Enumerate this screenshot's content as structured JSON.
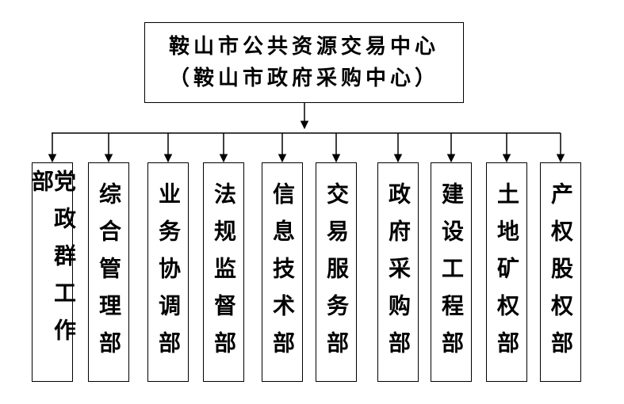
{
  "org": {
    "title": "鞍山市公共资源交易中心",
    "subtitle": "（鞍山市政府采购中心）"
  },
  "departments": [
    "党政群工作部",
    "综合管理部",
    "业务协调部",
    "法规监督部",
    "信息技术部",
    "交易服务部",
    "政府采购部",
    "建设工程部",
    "土地矿权部",
    "产权股权部"
  ],
  "colors": {
    "line": "#000000",
    "background": "#ffffff"
  }
}
